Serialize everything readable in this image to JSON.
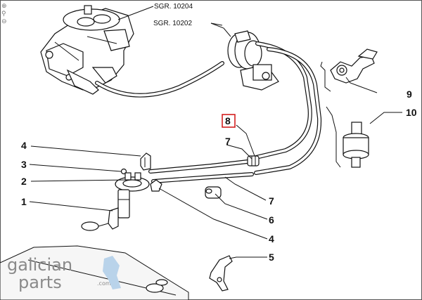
{
  "references": {
    "ref1": "SGR. 10204",
    "ref2": "SGR. 10202"
  },
  "callouts": [
    {
      "id": "c1",
      "label": "1"
    },
    {
      "id": "c2",
      "label": "2"
    },
    {
      "id": "c3",
      "label": "3"
    },
    {
      "id": "c4a",
      "label": "4"
    },
    {
      "id": "c4b",
      "label": "4"
    },
    {
      "id": "c5",
      "label": "5"
    },
    {
      "id": "c6",
      "label": "6"
    },
    {
      "id": "c7a",
      "label": "7"
    },
    {
      "id": "c7b",
      "label": "7"
    },
    {
      "id": "c8",
      "label": "8"
    },
    {
      "id": "c9",
      "label": "9"
    },
    {
      "id": "c10",
      "label": "10"
    }
  ],
  "highlight_color": "#d01010",
  "logo": {
    "line1": "galician",
    "line2": "parts",
    "suffix": ".com"
  },
  "icons": [
    "zoom-in-icon",
    "zoom-out-icon"
  ]
}
